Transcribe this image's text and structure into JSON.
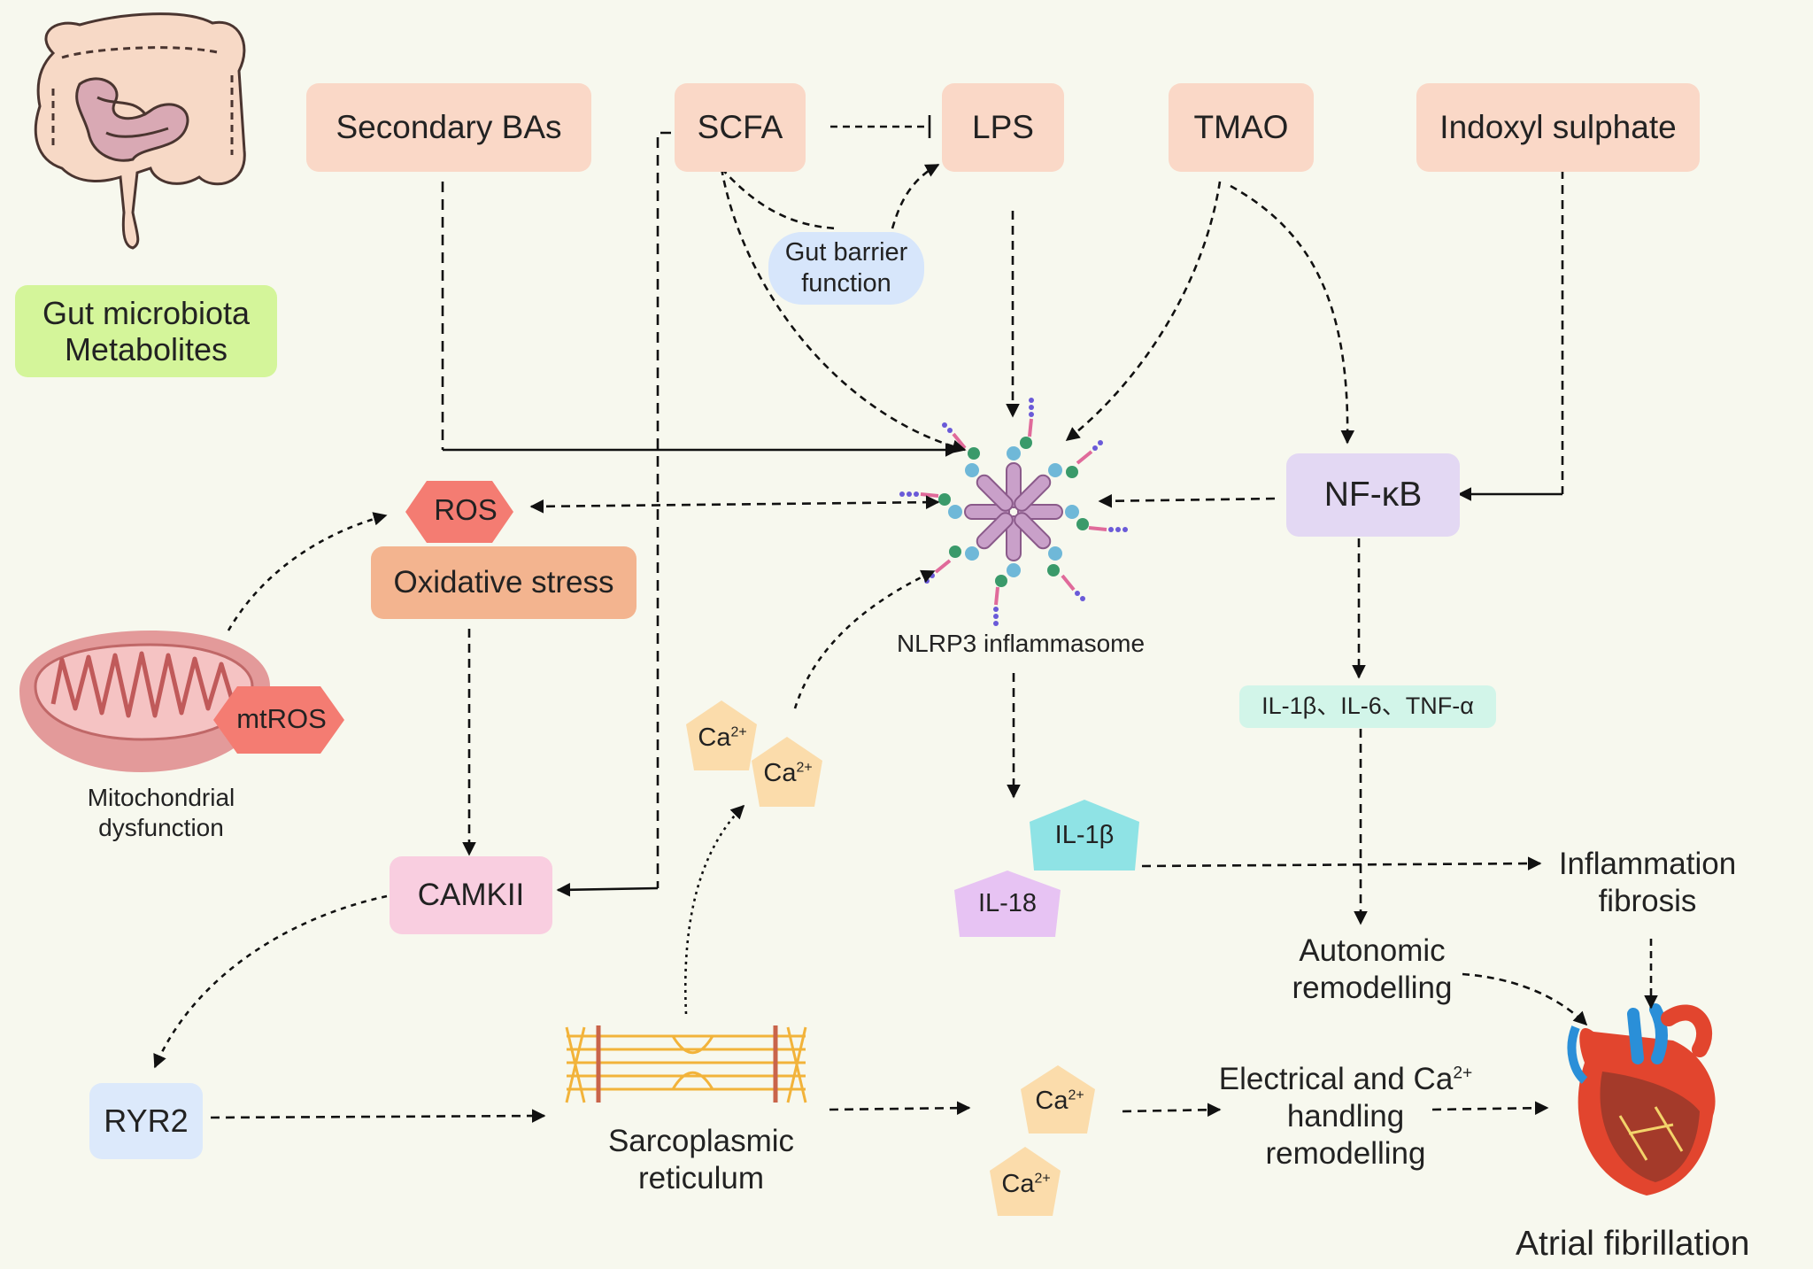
{
  "metabolites": {
    "secondary_bas": "Secondary BAs",
    "scfa": "SCFA",
    "lps": "LPS",
    "tmao": "TMAO",
    "indoxyl_sulphate": "Indoxyl sulphate"
  },
  "legend": {
    "line1": "Gut microbiota",
    "line2": "Metabolites"
  },
  "gut_barrier": {
    "line1": "Gut barrier",
    "line2": "function"
  },
  "nodes": {
    "nfkb": "NF-κB",
    "ros": "ROS",
    "oxidative_stress": "Oxidative stress",
    "mtros": "mtROS",
    "camkii": "CAMKII",
    "ryr2": "RYR2",
    "nlrp3": "NLRP3 inflammasome",
    "cytokines": "IL-1β、IL-6、TNF-α",
    "il1b": "IL-1β",
    "il18": "IL-18",
    "ca_base": "Ca",
    "ca_sup": "2+"
  },
  "labels": {
    "mito_line1": "Mitochondrial",
    "mito_line2": "dysfunction",
    "sr_line1": "Sarcoplasmic",
    "sr_line2": "reticulum",
    "inflam_line1": "Inflammation",
    "inflam_line2": "fibrosis",
    "auto_line1": "Autonomic",
    "auto_line2": "remodelling",
    "elec_line1_base": "Electrical and Ca",
    "elec_line1_sup": "2+",
    "elec_line2": "handling",
    "elec_line3": "remodelling",
    "af": "Atrial fibrillation"
  },
  "colors": {
    "background": "#f7f8ee",
    "metabolite_box": "#fad8c7",
    "legend_box": "#d4f59a",
    "gut_barrier": "#d7e6fb",
    "nfkb": "#e3d8f3",
    "ros": "#f47c72",
    "oxidative_stress": "#f3b48f",
    "camkii": "#f9cee0",
    "ryr2": "#dce9fb",
    "cytokines": "#d2f5e9",
    "il1b": "#8fe3e5",
    "il18": "#e7c3f3",
    "calcium": "#fbdcab"
  },
  "icons": [
    "intestine-icon",
    "mitochondrion-icon",
    "inflammasome-icon",
    "sarcomere-icon",
    "heart-icon"
  ]
}
